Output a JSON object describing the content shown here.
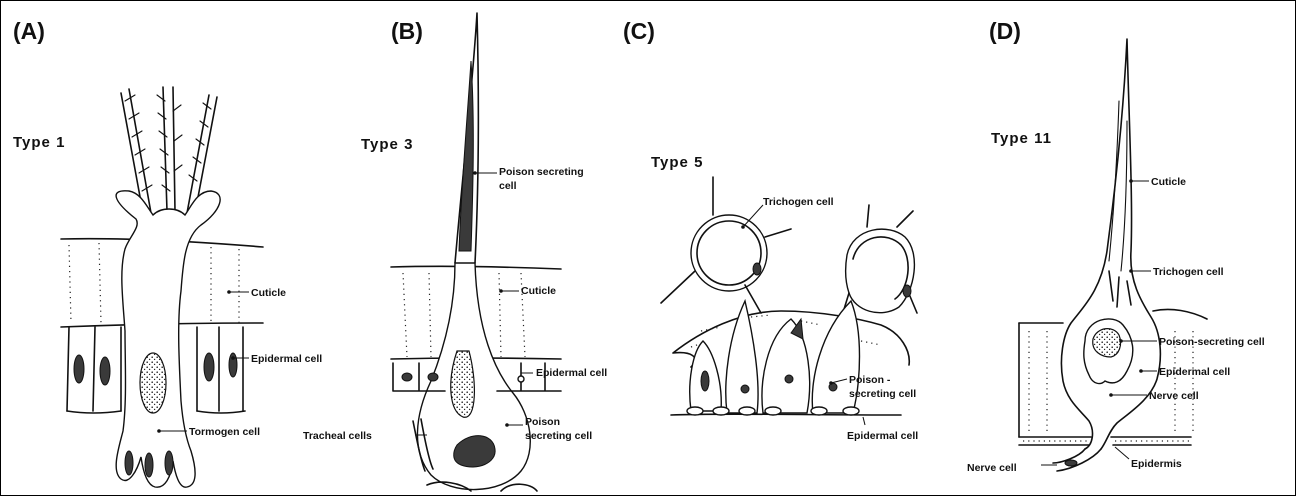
{
  "panels": [
    {
      "letter": "(A)",
      "type": "Type  1",
      "labels": {
        "cuticle": "Cuticle",
        "epidermal": "Epidermal cell",
        "tormogen": "Tormogen cell"
      }
    },
    {
      "letter": "(B)",
      "type": "Type  3",
      "labels": {
        "poison_top_1": "Poison secreting",
        "poison_top_2": "cell",
        "cuticle": "Cuticle",
        "epidermal": "Epidermal cell",
        "tracheal": "Tracheal cells",
        "poison_bottom_1": "Poison",
        "poison_bottom_2": "secreting cell"
      }
    },
    {
      "letter": "(C)",
      "type": "Type  5",
      "labels": {
        "trichogen": "Trichogen cell",
        "poison_1": "Poison -",
        "poison_2": "secreting cell",
        "epidermal": "Epidermal cell"
      }
    },
    {
      "letter": "(D)",
      "type": "Type  11",
      "labels": {
        "cuticle": "Cuticle",
        "trichogen": "Trichogen cell",
        "poison": "Poison-secreting cell",
        "epidermal": "Epidermal cell",
        "nerve": "Nerve cell",
        "epidermis": "Epidermis",
        "nerve_bottom": "Nerve cell"
      }
    }
  ]
}
